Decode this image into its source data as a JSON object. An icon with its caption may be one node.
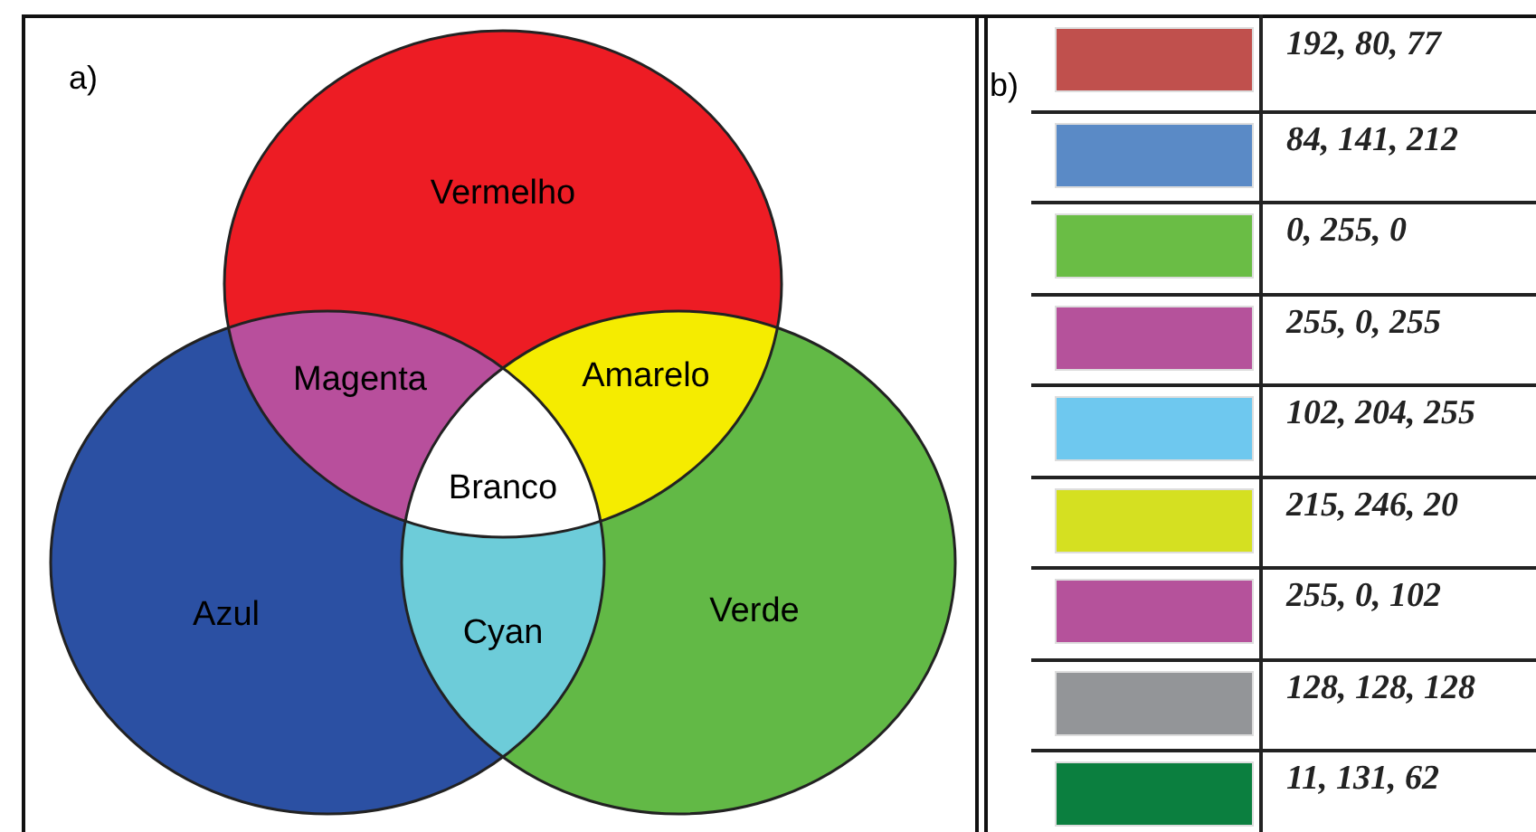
{
  "diagram": {
    "nodes": [
      {
        "text": [
          "Vermelho"
        ]
      },
      {
        "text": [
          "Magenta"
        ]
      },
      {
        "text": [
          "Amarelo"
        ]
      },
      {
        "text": [
          "Branco"
        ]
      },
      {
        "text": [
          "Azul"
        ]
      },
      {
        "text": [
          "Cyan"
        ]
      },
      {
        "text": [
          "Verde"
        ]
      }
    ],
    "labels": [
      "a)",
      "b)"
    ],
    "legend": [
      {
        "text": "192, 80, 77",
        "color": "#c0504d"
      },
      {
        "text": "84, 141, 212",
        "color": "#5a8ac6"
      },
      {
        "text": "0, 255, 0",
        "color": "#6abd45"
      },
      {
        "text": "255, 0, 255",
        "color": "#b5529b"
      },
      {
        "text": "102, 204, 255",
        "color": "#6ec8ef"
      },
      {
        "text": "215, 246, 20",
        "color": "#d5e021"
      },
      {
        "text": "255, 0, 102",
        "color": "#b5529b"
      },
      {
        "text": "128, 128, 128",
        "color": "#939598"
      },
      {
        "text": "11, 131, 62",
        "color": "#0b7f3f"
      }
    ]
  }
}
